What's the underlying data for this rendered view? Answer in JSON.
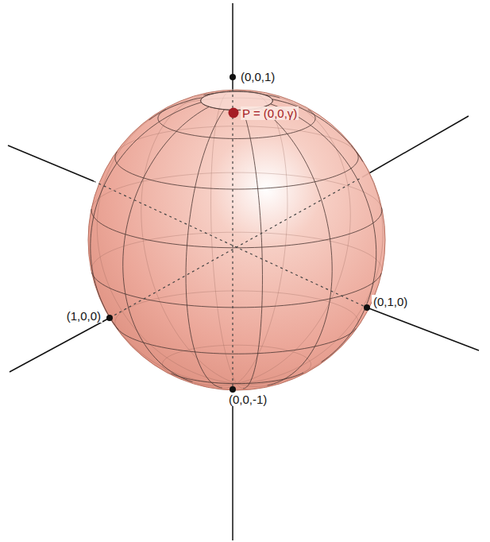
{
  "diagram": {
    "labels": [
      "(0,0,1)",
      "P = (0,0,γ)",
      "(1,0,0)",
      "(0,1,0)",
      "(0,0,-1)"
    ]
  }
}
